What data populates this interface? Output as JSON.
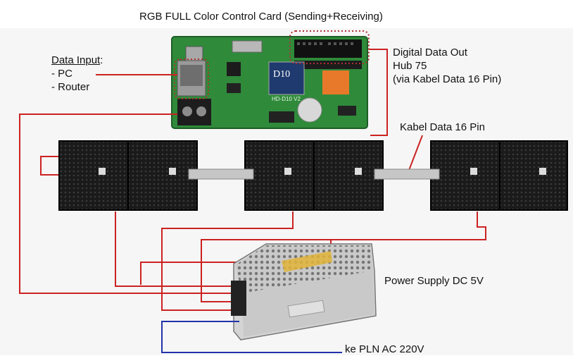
{
  "title": "RGB  FULL Color Control Card (Sending+Receiving)",
  "data_input": {
    "heading": "Data Input",
    "colon": ":",
    "items": [
      "- PC",
      "- Router"
    ]
  },
  "digital_out": {
    "line1": "Digital Data Out",
    "line2": "Hub 75",
    "line3": "(via Kabel Data 16 Pin)"
  },
  "kabel_label": "Kabel Data 16 Pin",
  "psu_label": "Power Supply DC 5V",
  "pln_label": "ke PLN AC 220V",
  "card": {
    "model_badge": "D10",
    "board_text": "HD-D10 V2"
  },
  "colors": {
    "power_wire": "#cc2222",
    "ac_wire": "#2233aa",
    "pcb_green": "#2f8a3a",
    "panel_dark": "#1c1c1c",
    "highlight_dots": "#b03030"
  }
}
